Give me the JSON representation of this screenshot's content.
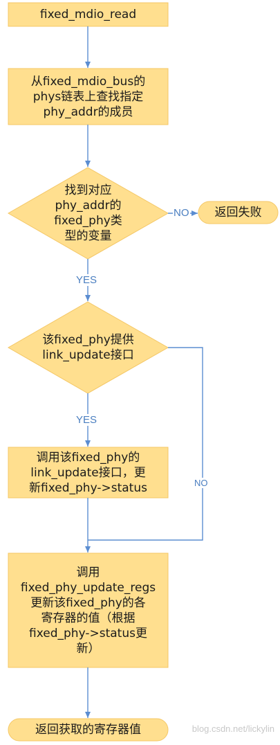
{
  "colors": {
    "node_fill": "#ffdf8f",
    "node_border": "#f4c766",
    "connector": "#5b8dd1",
    "label_text": "#4a7ec0"
  },
  "nodes": {
    "start": "fixed_mdio_read",
    "find_phy": "从fixed_mdio_bus的\nphys链表上查找指定\nphy_addr的成员",
    "found_decision": "找到对应\nphy_addr的\nfixed_phy类\n型的变量",
    "return_fail": "返回失败",
    "provides_decision": "该fixed_phy提供\nlink_update接口",
    "call_update": "调用该fixed_phy的\nlink_update接口，更\n新fixed_phy->status",
    "update_regs": "调用\nfixed_phy_update_regs\n更新该fixed_phy的各\n寄存器的值（根据\nfixed_phy->status更\n新）",
    "end": "返回获取的寄存器值"
  },
  "labels": {
    "no_1": "NO",
    "yes_1": "YES",
    "yes_2": "YES",
    "no_2": "NO"
  },
  "watermark": "blog.csdn.net/lickylin"
}
